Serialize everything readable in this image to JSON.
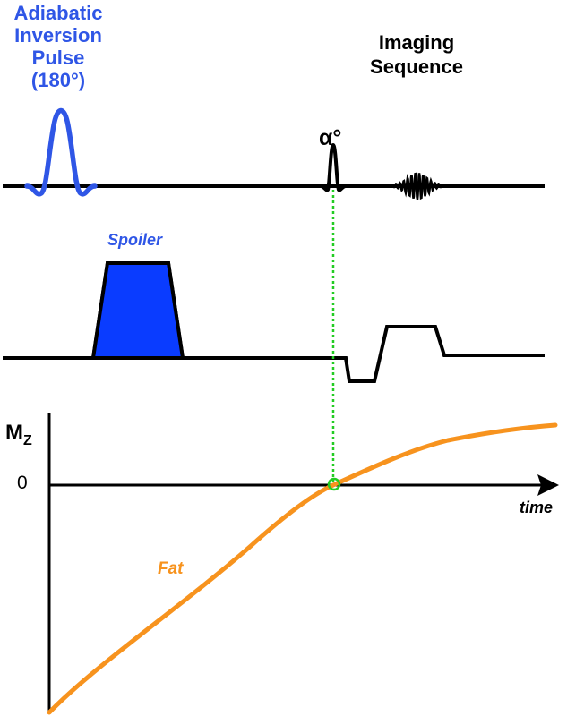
{
  "pulse_label": {
    "lines": [
      "Adiabatic",
      "Inversion",
      "Pulse",
      "(180°)"
    ]
  },
  "imaging_label": {
    "lines": [
      "Imaging",
      "Sequence"
    ]
  },
  "flip_angle_label": "α°",
  "spoiler_label": "Spoiler",
  "plot": {
    "y_axis_label": "M",
    "y_axis_subscript": "Z",
    "zero_tick": "0",
    "x_axis_label": "time",
    "curve_label": "Fat"
  },
  "colors": {
    "pulse_blue": "#2f56e6",
    "spoiler_fill": "#0a3cff",
    "fat_curve": "#f7931e",
    "guide_line": "#22cc22",
    "line": "#000000"
  }
}
